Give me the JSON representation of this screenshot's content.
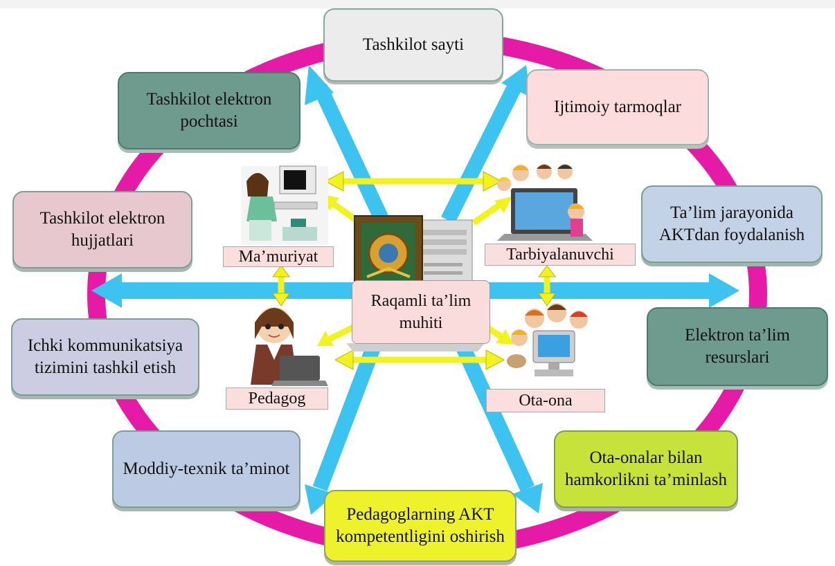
{
  "center": {
    "title": "Raqamli ta’lim muhiti"
  },
  "outer_boxes": [
    {
      "id": "tashkilot-sayti",
      "text": "Tashkilot sayti",
      "color": "#ececec"
    },
    {
      "id": "ijtimoiy-tarmoqlar",
      "text": "Ijtimoiy tarmoqlar",
      "color": "#fcdcdc"
    },
    {
      "id": "talim-jarayonida-akt",
      "text": "Ta’lim jarayonida AKTdan foydalanish",
      "color": "#c4d2e8"
    },
    {
      "id": "elektron-talim-resurslari",
      "text": "Elektron ta’lim resurslari",
      "color": "#6f9b8f"
    },
    {
      "id": "ota-onalar-hamkorlik",
      "text": "Ota-onalar bilan hamkorlikni ta’minlash",
      "color": "#c8e23c"
    },
    {
      "id": "pedagoglarning-akt",
      "text": "Pedagoglarning AKT kompetentligini oshirish",
      "color": "#eef22a"
    },
    {
      "id": "moddiy-texnik",
      "text": "Moddiy-texnik ta’minot",
      "color": "#bccbe3"
    },
    {
      "id": "ichki-kommunikatsiya",
      "text": "Ichki kommunikatsiya tizimini tashkil etish",
      "color": "#cccce3"
    },
    {
      "id": "elektron-hujjatlar",
      "text": "Tashkilot elektron hujjatlari",
      "color": "#e7c8cf"
    },
    {
      "id": "elektron-pochta",
      "text": "Tashkilot elektron pochtasi",
      "color": "#6f9b8f"
    }
  ],
  "inner_labels": {
    "mamuriyat": "Ma’muriyat",
    "tarbiyalanuvchi": "Tarbiyalanuvchi",
    "pedagog": "Pedagog",
    "ota_ona": "Ota-ona"
  },
  "colors": {
    "ring": "#e51ba8",
    "blue_arrow": "#3dc3ef",
    "yellow_arrow": "#f2f21f"
  }
}
